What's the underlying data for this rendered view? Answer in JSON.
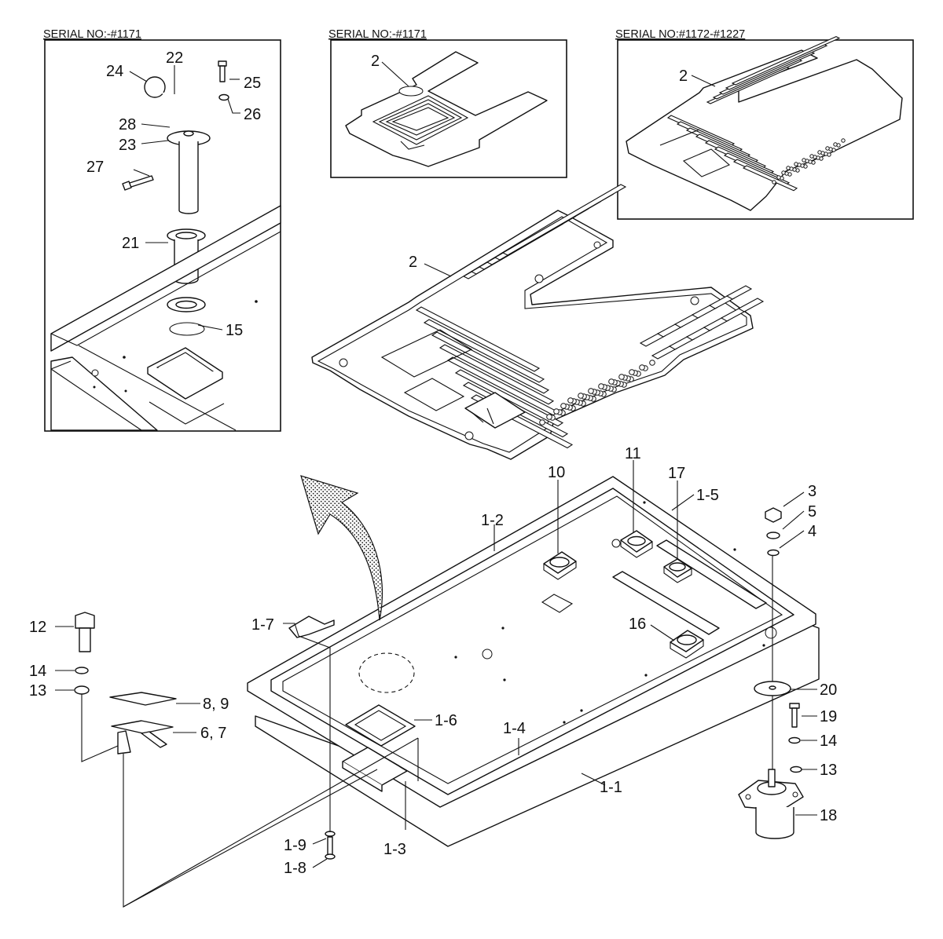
{
  "serial_labels": {
    "box1": "SERIAL NO:-#1171",
    "box2": "SERIAL NO:-#1171",
    "box3": "SERIAL NO:#1172-#1227"
  },
  "callouts": {
    "c24": "24",
    "c22": "22",
    "c25": "25",
    "c26": "26",
    "c28": "28",
    "c23": "23",
    "c27": "27",
    "c21": "21",
    "c15": "15",
    "c2_box2": "2",
    "c2_box3": "2",
    "c2_main": "2",
    "c10": "10",
    "c11": "11",
    "c17": "17",
    "c1_5": "1-5",
    "c3": "3",
    "c5": "5",
    "c4": "4",
    "c1_2": "1-2",
    "c1_7": "1-7",
    "c16": "16",
    "c12": "12",
    "c14_left": "14",
    "c13_left": "13",
    "c8_9": "8, 9",
    "c6_7": "6, 7",
    "c1_6": "1-6",
    "c1_4": "1-4",
    "c20": "20",
    "c19": "19",
    "c14_right": "14",
    "c13_right": "13",
    "c18": "18",
    "c1_1": "1-1",
    "c1_9": "1-9",
    "c1_3": "1-3",
    "c1_8": "1-8"
  }
}
